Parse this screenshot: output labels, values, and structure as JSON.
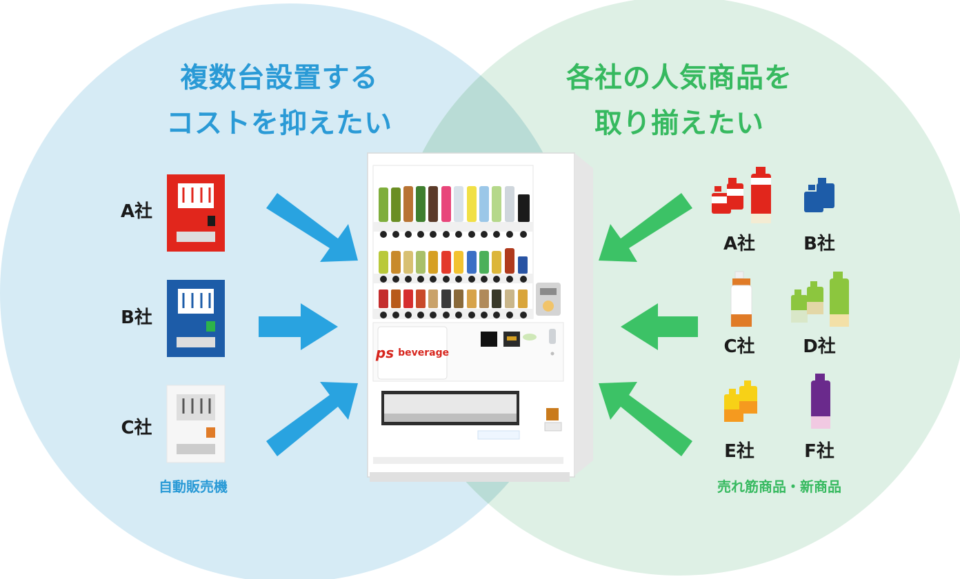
{
  "left": {
    "title_line1": "複数台設置する",
    "title_line2": "コストを抑えたい",
    "companies": [
      "A社",
      "B社",
      "C社"
    ],
    "caption": "自動販売機",
    "colors": {
      "circle": "#d6ebf5",
      "accent": "#2a9ad6",
      "arrow": "#29a3e0"
    }
  },
  "right": {
    "title_line1": "各社の人気商品を",
    "title_line2": "取り揃えたい",
    "companies": [
      "A社",
      "B社",
      "C社",
      "D社",
      "E社",
      "F社"
    ],
    "caption": "売れ筋商品・新商品",
    "colors": {
      "circle": "#dcefe4",
      "accent": "#36b95f",
      "arrow": "#3cc266"
    }
  },
  "center": {
    "brand_ps": "ps",
    "brand_name": "beverage"
  },
  "machine_colors": {
    "A": "#e1261c",
    "B": "#1d5ca8",
    "C": "#f5f5f5"
  },
  "product_colors": {
    "A": "#e1261c",
    "B": "#1d5ca8",
    "C": "#ffffff",
    "D": "#8cc63e",
    "E": "#f7d117",
    "F": "#6a2a8c"
  }
}
